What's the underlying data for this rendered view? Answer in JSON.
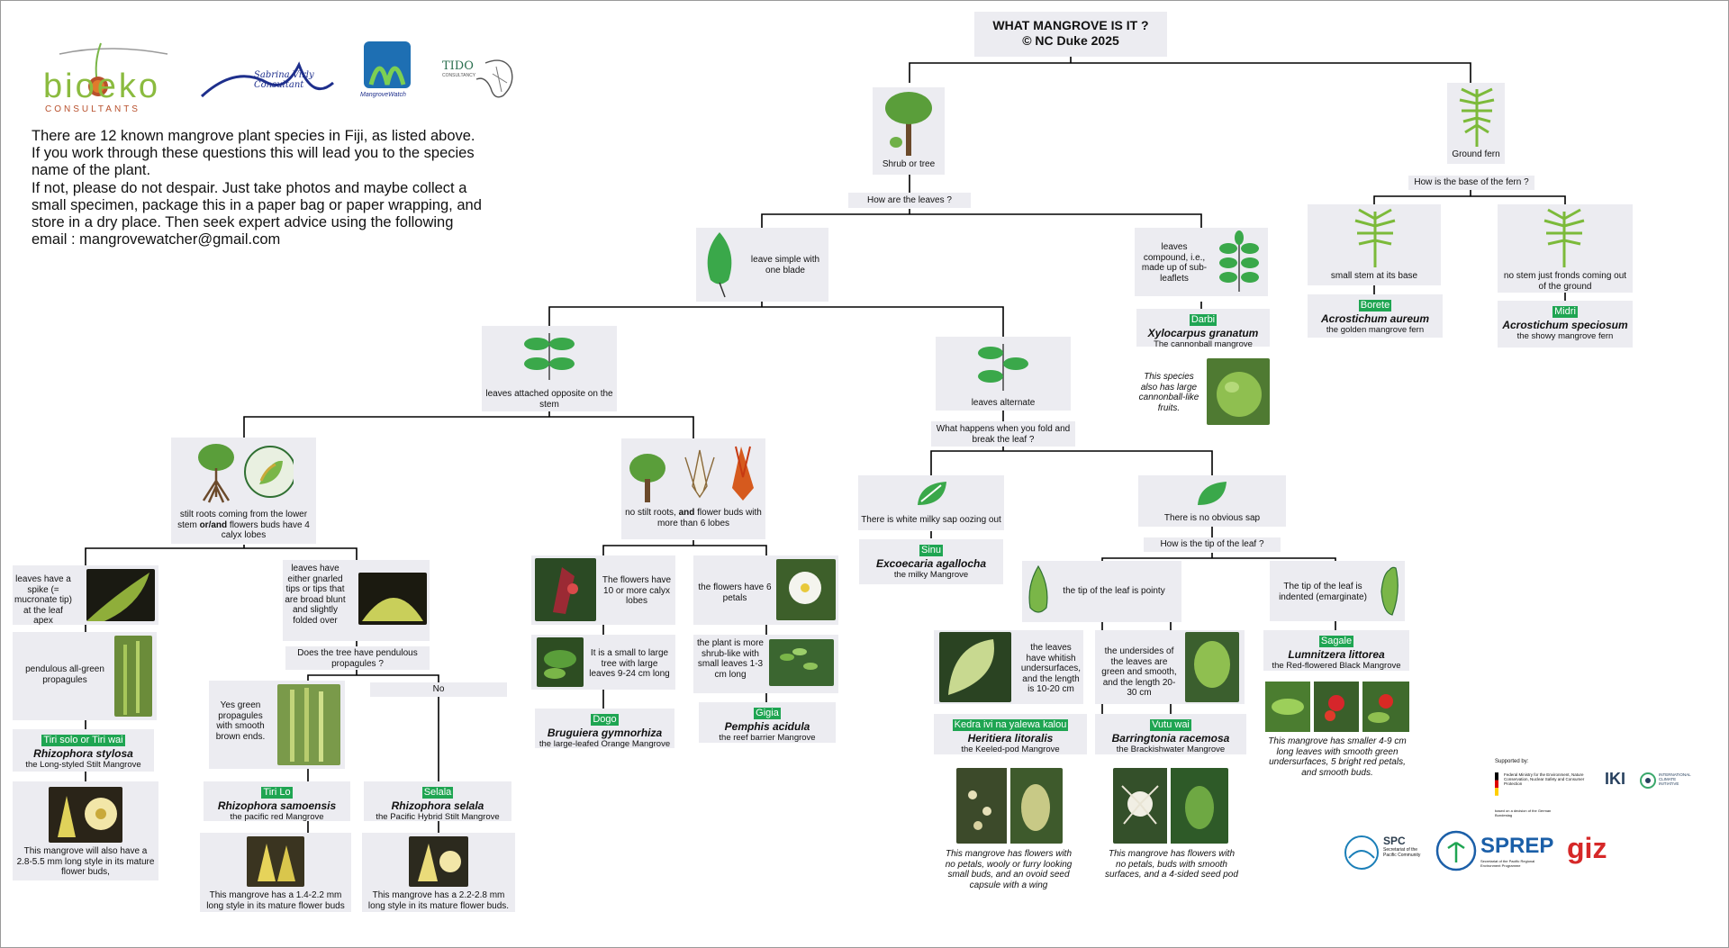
{
  "title": {
    "line1": "WHAT MANGROVE IS IT ?",
    "line2": "© NC Duke 2025"
  },
  "intro": [
    "There are 12 known mangrove plant species in Fiji, as listed above.",
    "If you work through these questions this will lead you to the species name of the plant.",
    "If not, please do not despair. Just take photos and maybe collect a small specimen, package this in a paper bag or paper wrapping, and store in a dry place. Then seek expert advice using the following email : mangrovewatcher@gmail.com"
  ],
  "logos": {
    "bioeko": "bioeko",
    "bioeko_sub": "CONSULTANTS",
    "sabrina": "Sabrina Virly Consultant",
    "mangrovewatch": "MangroveWatch",
    "tido": "TIDO",
    "tido_sub": "CONSULTANCY",
    "supported_by": "Supported by:",
    "bmu": "Federal Ministry for the Environment, Nature Conservation, Nuclear Safety and Consumer Protection",
    "bmu_sub": "based on a decision of the German Bundestag",
    "iki": "IKI",
    "iki_sub": "INTERNATIONAL CLIMATE INITIATIVE",
    "spc": "SPC",
    "spc_sub": "Secretariat of the Pacific Community",
    "sprep": "SPREP",
    "sprep_sub": "Secretariat of the Pacific Regional Environment Programme",
    "giz": "giz"
  },
  "nodes": {
    "shrub": "Shrub or tree",
    "fern": "Ground fern",
    "q_leaves": "How are the leaves ?",
    "q_fern_base": "How is the base of the fern ?",
    "simple": "leave simple with one blade",
    "compound": "leaves compound, i.e., made up of sub-leaflets",
    "small_stem": "small stem at its base",
    "no_stem": "no stem just fronds coming out of the ground",
    "opposite": "leaves attached opposite on the stem",
    "alternate": "leaves alternate",
    "q_fold": "What happens when you fold and break the leaf ?",
    "stilt_a": "stilt roots coming from the lower stem ",
    "stilt_or": "or/and",
    "stilt_b": " flowers buds have 4 calyx lobes",
    "nostilt_a": "no stilt roots, ",
    "nostilt_and": "and",
    "nostilt_b": " flower buds with more than 6 lobes",
    "milky": "There is white milky sap oozing out",
    "nosap": "There is no obvious sap",
    "q_tip": "How is the tip of the leaf ?",
    "spike": "leaves have a spike (= mucronate tip) at the leaf apex",
    "gnarled": "leaves have either gnarled tips or tips that are broad blunt and slightly folded over",
    "flowers10": "The flowers have 10 or more calyx lobes",
    "flowers6": "the flowers have 6 petals",
    "pointy": "the tip of the leaf is pointy",
    "indented": "The tip of the leaf is indented (emarginate)",
    "pendulous": "pendulous all-green propagules",
    "q_pendulous": "Does the tree have pendulous propagules ?",
    "small_large_tree": "It is a small to large tree with large leaves 9-24 cm long",
    "shrub_like": "the plant is more shrub-like with small leaves 1-3 cm long",
    "whitish": "the leaves have whitish undersurfaces, and the length is 10-20 cm",
    "green_under": "the undersides of the leaves are green and smooth, and the length 20-30 cm",
    "yes_prop": "Yes green propagules with smooth brown ends.",
    "no": "No"
  },
  "species": [
    {
      "id": "darbi",
      "local": "Darbi",
      "sci": "Xylocarpus granatum",
      "common": "The cannonball mangrove"
    },
    {
      "id": "borete",
      "local": "Borete",
      "sci": "Acrostichum aureum",
      "common": "the golden mangrove fern"
    },
    {
      "id": "midri",
      "local": "Midri",
      "sci": "Acrostichum speciosum",
      "common": "the showy mangrove fern"
    },
    {
      "id": "sinu",
      "local": "Sinu",
      "sci": "Excoecaria agallocha",
      "common": "the milky Mangrove"
    },
    {
      "id": "sagale",
      "local": "Sagale",
      "sci": "Lumnitzera littorea",
      "common": "the Red-flowered Black Mangrove"
    },
    {
      "id": "stylosa",
      "local": "Tiri solo or Tiri wai",
      "sci": "Rhizophora stylosa",
      "common": "the Long-styled Stilt Mangrove"
    },
    {
      "id": "dogo",
      "local": "Dogo",
      "sci": "Bruguiera gymnorhiza",
      "common": "the large-leafed Orange Mangrove"
    },
    {
      "id": "gigia",
      "local": "Gigia",
      "sci": "Pemphis acidula",
      "common": "the reef barrier Mangrove"
    },
    {
      "id": "kedra",
      "local": "Kedra ivi na yalewa kalou",
      "sci": "Heritiera litoralis",
      "common": "the Keeled-pod Mangrove"
    },
    {
      "id": "vutu",
      "local": "Vutu wai",
      "sci": "Barringtonia racemosa",
      "common": "the Brackishwater Mangrove"
    },
    {
      "id": "tirilo",
      "local": "Tiri Lo",
      "sci": "Rhizophora samoensis",
      "common": "the pacific red Mangrove"
    },
    {
      "id": "selala",
      "local": "Selala",
      "sci": "Rhizophora selala",
      "common": "the Pacific Hybrid Stilt Mangrove"
    }
  ],
  "notes": {
    "darbi": "This species also has large cannonball-like fruits.",
    "sagale": "This mangrove has smaller 4-9 cm long leaves with smooth green undersurfaces, 5 bright red petals, and smooth buds.",
    "stylosa": "This mangrove will also have a 2.8-5.5 mm long style in its mature flower buds,",
    "tirilo": "This mangrove has a 1.4-2.2 mm long style in its mature flower buds",
    "selala": "This mangrove has a 2.2-2.8 mm long style in its mature flower buds.",
    "kedra": "This mangrove has flowers with no petals, wooly or furry looking small buds, and an ovoid seed capsule with a wing",
    "vutu": "This mangrove has flowers with no petals, buds with smooth surfaces, and a 4-sided seed pod"
  },
  "colors": {
    "box": "#ececf1",
    "local_badge": "#1fa552",
    "leaf": "#3aa84a",
    "line": "#000000",
    "giz": "#d62828",
    "sprep": "#1b5fa8"
  }
}
